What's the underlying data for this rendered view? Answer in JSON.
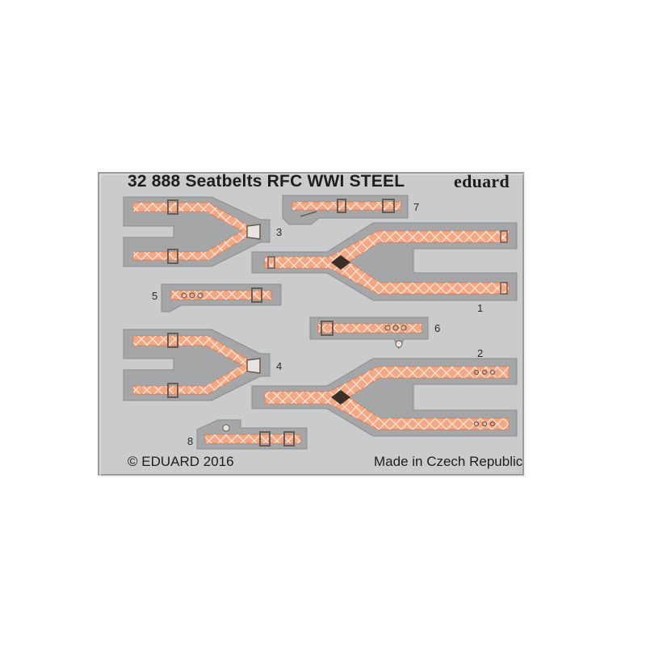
{
  "sheet": {
    "title": "32 888  Seatbelts RFC WWI  STEEL",
    "brand": "eduard",
    "copyright": "© EDUARD 2016",
    "origin": "Made in Czech Republic"
  },
  "parts": [
    "1",
    "2",
    "3",
    "4",
    "5",
    "6",
    "7",
    "8"
  ],
  "colors": {
    "fret": "#c9cbcd",
    "fret_edge": "#9a9c9e",
    "carrier": "#a4a6a8",
    "belt": "#f2a884",
    "belt_dark": "#d9805c",
    "pattern": "#fbe2d4",
    "buckle": "#6b5a52"
  }
}
